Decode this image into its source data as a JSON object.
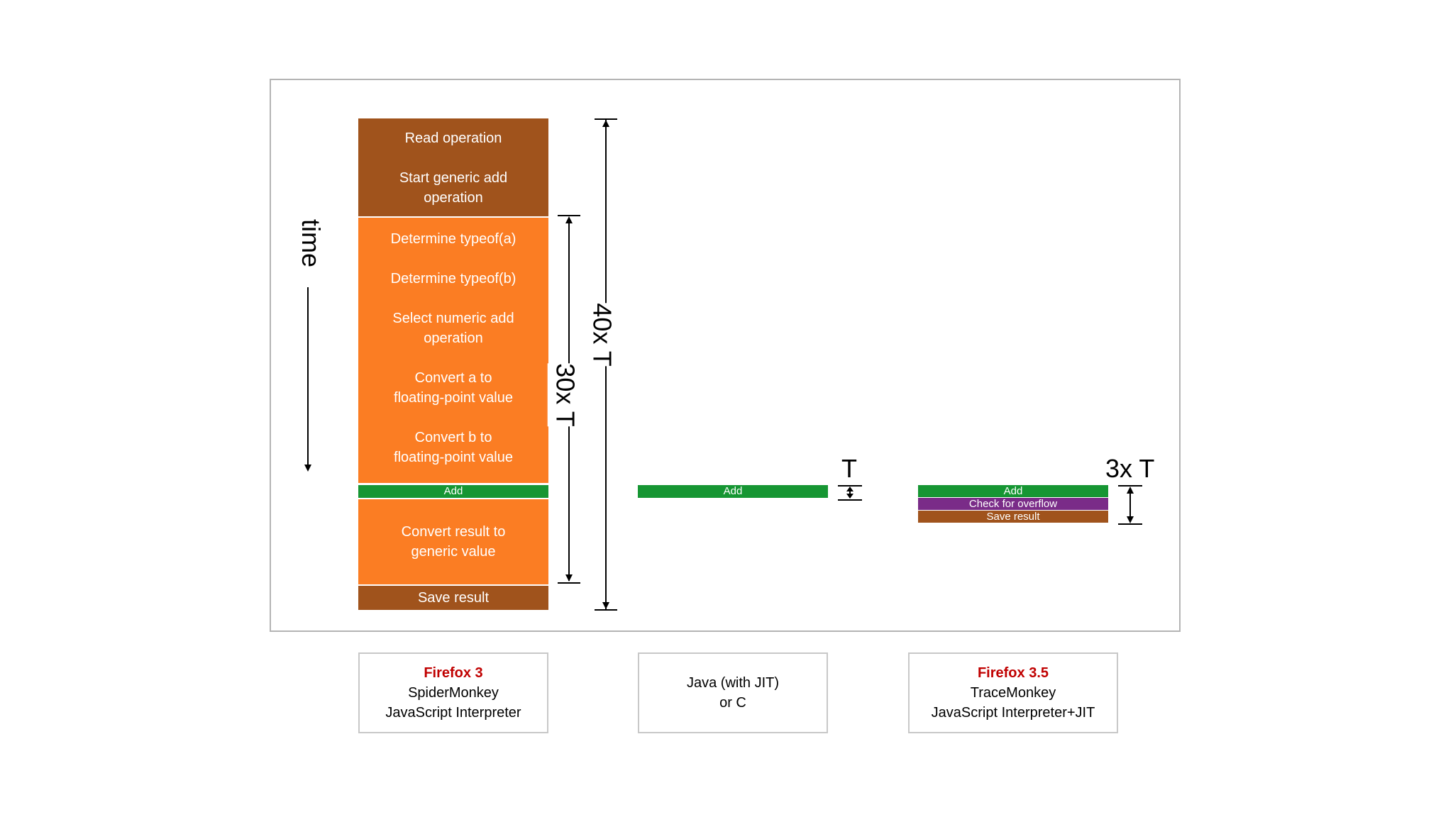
{
  "time_label": "time",
  "firefox3_stack": {
    "read": "Read operation",
    "start_generic": [
      "Start generic add",
      "operation"
    ],
    "type_a": "Determine typeof(a)",
    "type_b": "Determine typeof(b)",
    "select_numeric": [
      "Select numeric add",
      "operation"
    ],
    "convert_a": [
      "Convert a to",
      "floating-point value"
    ],
    "convert_b": [
      "Convert b to",
      "floating-point value"
    ],
    "add": "Add",
    "convert_result": [
      "Convert result to",
      "generic value"
    ],
    "save": "Save result"
  },
  "dimensions": {
    "outer": "40x T",
    "inner": "30x T",
    "java": "T",
    "tracemonkey": "3x T"
  },
  "java_stack": {
    "add": "Add"
  },
  "tracemonkey_stack": {
    "add": "Add",
    "check": "Check for overflow",
    "save": "Save result"
  },
  "captions": {
    "firefox3": {
      "version": "Firefox 3",
      "engine": "SpiderMonkey",
      "type": "JavaScript Interpreter"
    },
    "java": {
      "line1": "Java (with JIT)",
      "line2": "or C"
    },
    "firefox35": {
      "version": "Firefox 3.5",
      "engine": "TraceMonkey",
      "type": "JavaScript Interpreter+JIT"
    }
  },
  "colors": {
    "dark_orange": "#a0531c",
    "orange": "#fb7d23",
    "green": "#169633",
    "purple": "#7a2c88",
    "caption_red": "#c00000"
  }
}
